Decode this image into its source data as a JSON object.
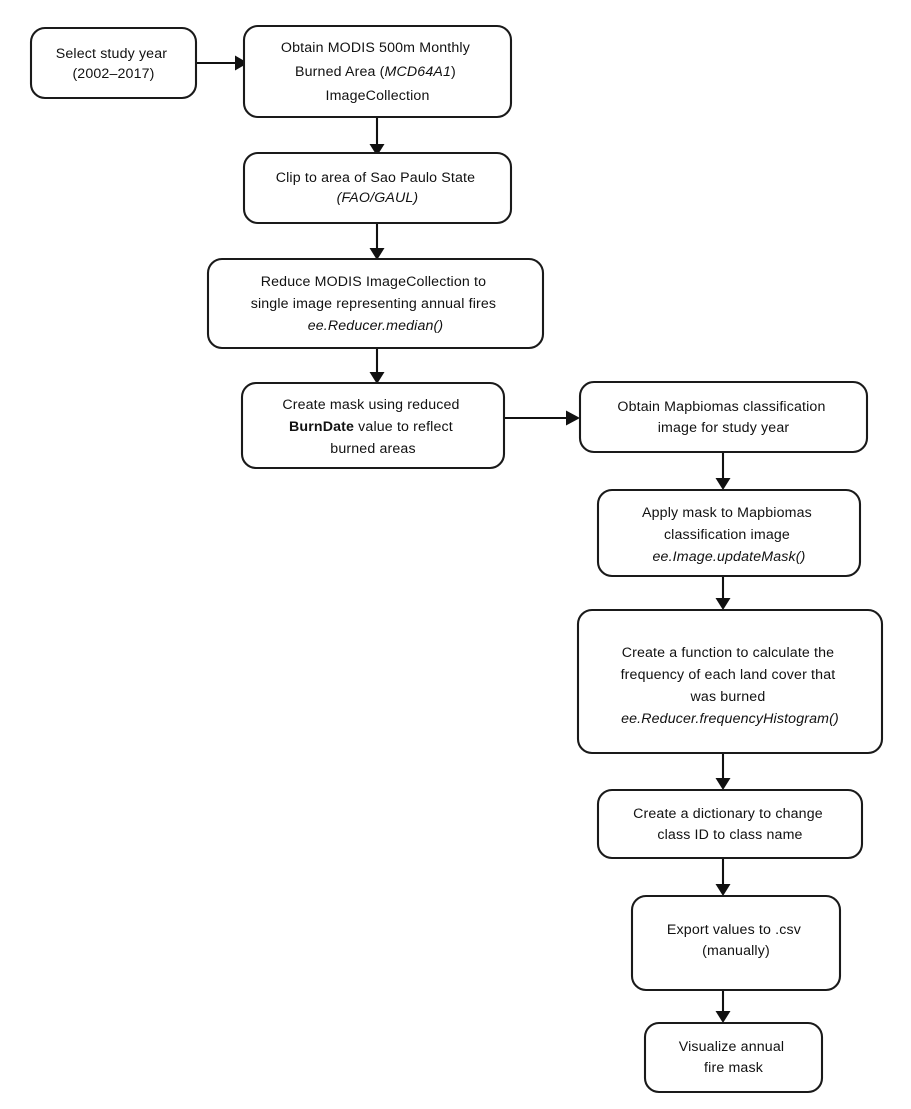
{
  "diagram": {
    "title": "MODIS burned area / Mapbiomas Google Earth Engine workflow",
    "background_color": "#ffffff",
    "line_color": "#111111",
    "box_fill": "#ffffff",
    "nodes": [
      {
        "id": "select-study-year",
        "lines": [
          {
            "text": "Select study year",
            "style": "normal"
          },
          {
            "text": "(2002–2017)",
            "style": "normal"
          }
        ]
      },
      {
        "id": "obtain-modis",
        "lines": [
          {
            "text": "Obtain MODIS 500m Monthly",
            "style": "normal"
          },
          {
            "text": "Burned Area (",
            "style": "normal",
            "italic_part": "MCD64A1",
            "tail": ")"
          },
          {
            "text": "ImageCollection",
            "style": "normal"
          }
        ]
      },
      {
        "id": "clip-sao-paulo",
        "lines": [
          {
            "text": "Clip to area of Sao Paulo State",
            "style": "normal"
          },
          {
            "text": "(FAO/GAUL)",
            "style": "italic"
          }
        ]
      },
      {
        "id": "reduce-modis",
        "lines": [
          {
            "text": "Reduce MODIS ImageCollection to",
            "style": "normal"
          },
          {
            "text": "single image representing annual fires",
            "style": "normal"
          },
          {
            "text": "ee.Reducer.median()",
            "style": "italic"
          }
        ]
      },
      {
        "id": "create-mask",
        "lines": [
          {
            "text": "Create mask using reduced",
            "style": "normal"
          },
          {
            "text": "BurnDate",
            "style": "bold",
            "tail": " value to reflect"
          },
          {
            "text": "burned areas",
            "style": "normal"
          }
        ]
      },
      {
        "id": "obtain-mapbiomas",
        "lines": [
          {
            "text": "Obtain Mapbiomas classification",
            "style": "normal"
          },
          {
            "text": "image for study year",
            "style": "normal"
          }
        ]
      },
      {
        "id": "apply-mask",
        "lines": [
          {
            "text": "Apply mask to Mapbiomas",
            "style": "normal"
          },
          {
            "text": "classification image",
            "style": "normal"
          },
          {
            "text": "ee.Image.updateMask()",
            "style": "italic"
          }
        ]
      },
      {
        "id": "create-function-frequency",
        "lines": [
          {
            "text": "Create a function to calculate the",
            "style": "normal"
          },
          {
            "text": "frequency of each land cover that",
            "style": "normal"
          },
          {
            "text": "was burned",
            "style": "normal"
          },
          {
            "text": "ee.Reducer.frequencyHistogram()",
            "style": "italic"
          }
        ]
      },
      {
        "id": "create-dictionary",
        "lines": [
          {
            "text": "Create a dictionary to change",
            "style": "normal"
          },
          {
            "text": "class ID to class name",
            "style": "normal"
          }
        ]
      },
      {
        "id": "export-csv",
        "lines": [
          {
            "text": "Export values to .csv",
            "style": "normal"
          },
          {
            "text": "(manually)",
            "style": "normal"
          }
        ]
      },
      {
        "id": "visualize-fire-mask",
        "lines": [
          {
            "text": "Visualize annual",
            "style": "normal"
          },
          {
            "text": "fire mask",
            "style": "normal"
          }
        ]
      }
    ],
    "edges": [
      {
        "from": "select-study-year",
        "to": "obtain-modis",
        "direction": "right"
      },
      {
        "from": "obtain-modis",
        "to": "clip-sao-paulo",
        "direction": "down"
      },
      {
        "from": "clip-sao-paulo",
        "to": "reduce-modis",
        "direction": "down"
      },
      {
        "from": "reduce-modis",
        "to": "create-mask",
        "direction": "down"
      },
      {
        "from": "create-mask",
        "to": "obtain-mapbiomas",
        "direction": "right"
      },
      {
        "from": "obtain-mapbiomas",
        "to": "apply-mask",
        "direction": "down"
      },
      {
        "from": "apply-mask",
        "to": "create-function-frequency",
        "direction": "down"
      },
      {
        "from": "create-function-frequency",
        "to": "create-dictionary",
        "direction": "down"
      },
      {
        "from": "create-dictionary",
        "to": "export-csv",
        "direction": "down"
      },
      {
        "from": "export-csv",
        "to": "visualize-fire-mask",
        "direction": "down"
      }
    ]
  }
}
